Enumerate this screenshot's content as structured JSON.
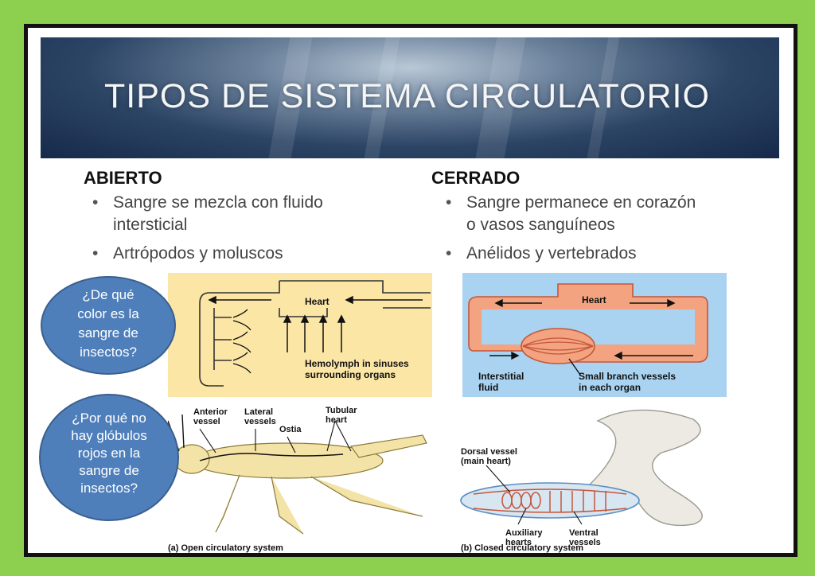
{
  "slide": {
    "title": "TIPOS DE SISTEMA CIRCULATORIO",
    "left": {
      "heading": "ABIERTO",
      "bullets": [
        "Sangre se mezcla con fluido",
        "intersticial",
        "Artrópodos y moluscos"
      ]
    },
    "right": {
      "heading": "CERRADO",
      "bullets": [
        "Sangre permanece en corazón",
        "o vasos sanguíneos",
        "Anélidos y vertebrados"
      ]
    },
    "bubbles": {
      "q1": [
        "¿De qué",
        "color es la",
        "sangre de",
        "insectos?"
      ],
      "q2": [
        "¿Por qué no",
        "hay glóbulos",
        "rojos en la",
        "sangre de",
        "insectos?"
      ]
    },
    "open_diagram": {
      "heart": "Heart",
      "hemolymph": [
        "Hemolymph in sinuses",
        "surrounding organs"
      ]
    },
    "closed_diagram": {
      "heart": "Heart",
      "interstitial": [
        "Interstitial",
        "fluid"
      ],
      "small_vessels": [
        "Small branch vessels",
        "in each organ"
      ]
    },
    "insect": {
      "anterior": [
        "Anterior",
        "vessel"
      ],
      "lateral": [
        "Lateral",
        "vessels"
      ],
      "ostia": "Ostia",
      "tubular": [
        "Tubular",
        "heart"
      ],
      "caption": "(a) Open circulatory system"
    },
    "worm": {
      "dorsal": [
        "Dorsal vessel",
        "(main heart)"
      ],
      "auxiliary": [
        "Auxiliary",
        "hearts"
      ],
      "ventral": [
        "Ventral",
        "vessels"
      ],
      "caption": "(b) Closed circulatory system"
    },
    "colors": {
      "background": "#8dcf4f",
      "open_panel": "#fbe6a6",
      "closed_panel": "#a9d3f0",
      "vessel": "#f3a37f",
      "bubble": "#4f7fba"
    }
  }
}
